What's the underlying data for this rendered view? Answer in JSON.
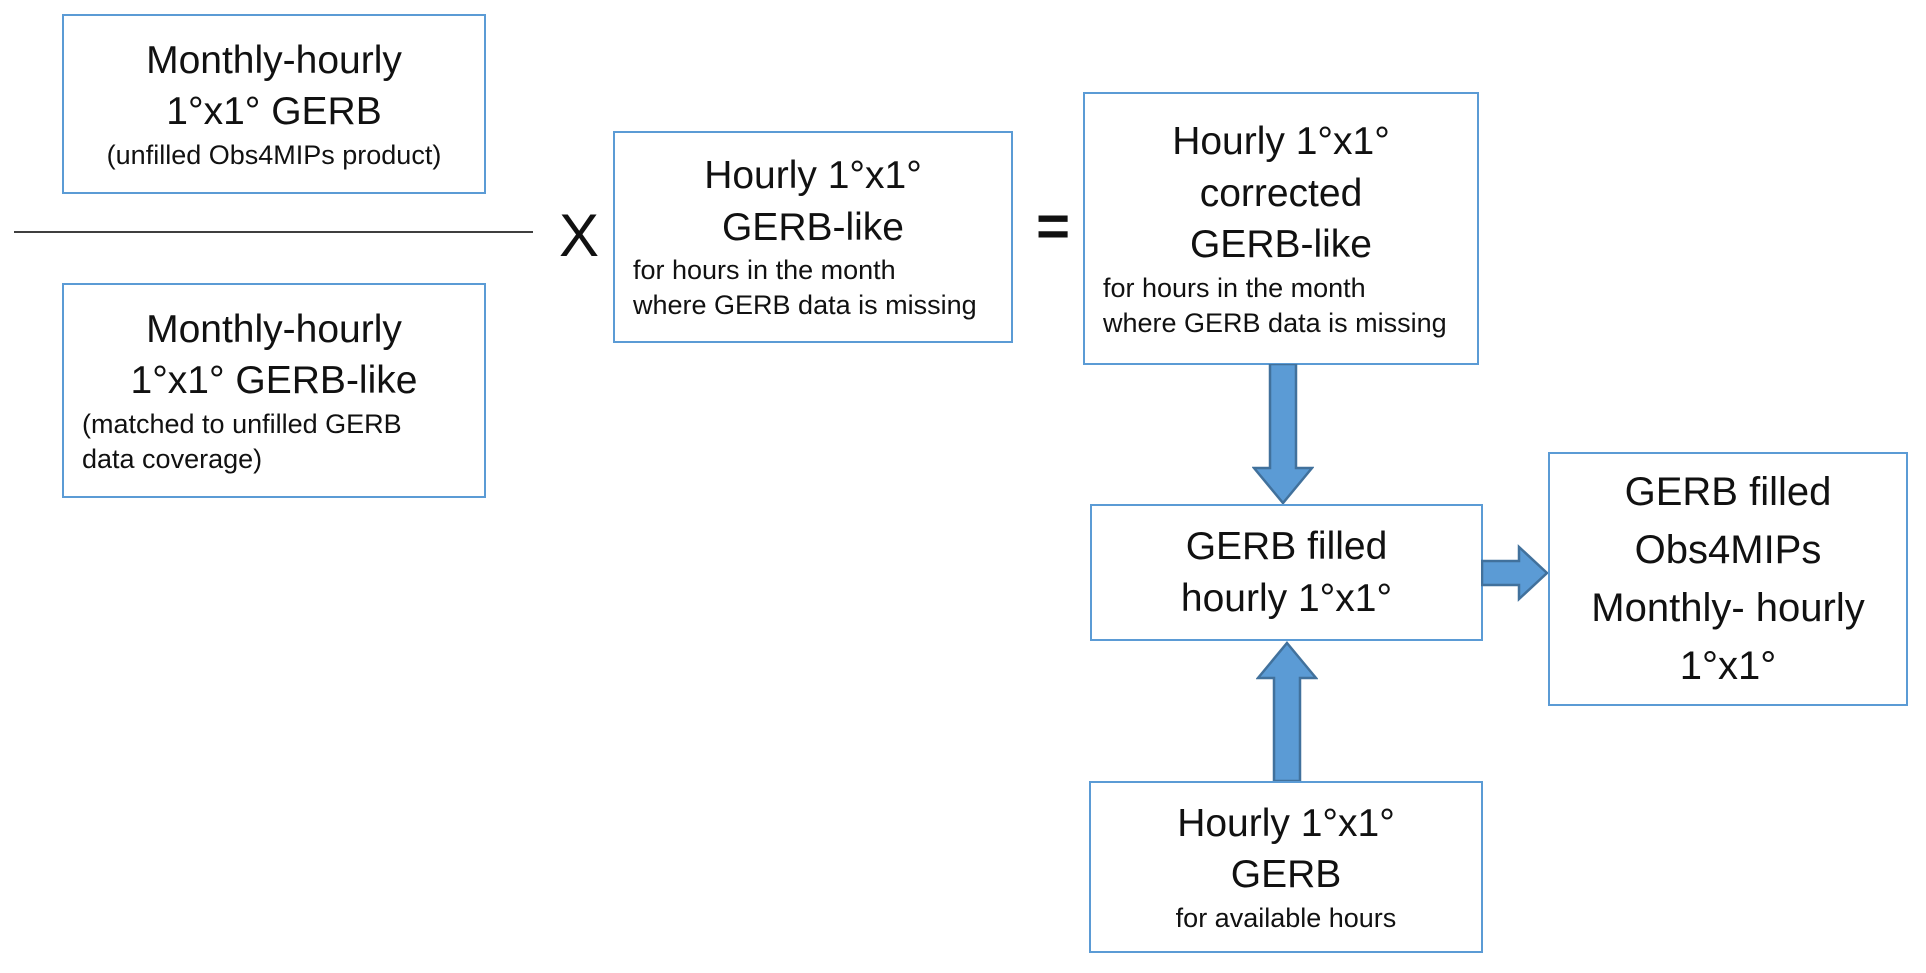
{
  "diagram": {
    "nodes": {
      "numerator": {
        "title_lines": [
          "Monthly-hourly",
          "1°x1° GERB"
        ],
        "note_lines": [
          "(unfilled Obs4MIPs product)"
        ]
      },
      "denominator": {
        "title_lines": [
          "Monthly-hourly",
          "1°x1° GERB-like"
        ],
        "note_lines": [
          "(matched to unfilled GERB",
          "data coverage)"
        ]
      },
      "gerblike_missing": {
        "title_lines": [
          "Hourly 1°x1°",
          "GERB-like"
        ],
        "note_lines": [
          "for hours in the month",
          "where GERB data is missing"
        ]
      },
      "corrected_gerblike": {
        "title_lines": [
          "Hourly 1°x1°",
          "corrected",
          "GERB-like"
        ],
        "note_lines": [
          "for hours in the month",
          "where GERB data is missing"
        ]
      },
      "gerb_filled_hourly": {
        "title_lines": [
          "GERB filled",
          "hourly 1°x1°"
        ]
      },
      "gerb_filled_obs4mips": {
        "title_lines": [
          "GERB filled",
          "Obs4MIPs",
          "Monthly- hourly",
          "1°x1°"
        ]
      },
      "hourly_gerb": {
        "title_lines": [
          "Hourly 1°x1°",
          "GERB"
        ],
        "note_lines": [
          "for available hours"
        ]
      }
    },
    "operators": {
      "multiply": "X",
      "equals": "="
    },
    "colors": {
      "box_border": "#5b9bd5",
      "arrow_fill": "#5b9bd5",
      "arrow_stroke": "#41719c",
      "fraction_bar": "#3f3f3f",
      "text": "#111111",
      "background": "#ffffff"
    }
  }
}
